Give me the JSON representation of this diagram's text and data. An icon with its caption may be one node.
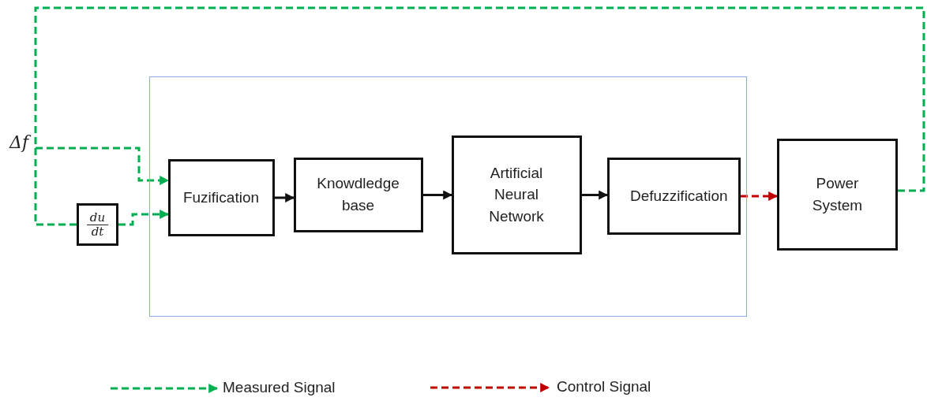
{
  "diagram": {
    "nodes": [
      {
        "text": [],
        "shape": "box"
      },
      {
        "text": [
          "Fuzification"
        ],
        "in": 0
      },
      {
        "text": [
          "Knowdledge base"
        ],
        "in": 0
      },
      {
        "text": [
          "Artificial Neural Network"
        ],
        "in": 0
      },
      {
        "text": [
          "Defuzzification"
        ],
        "in": 0
      },
      {
        "text": [
          "Power System"
        ]
      },
      {
        "text": [
          "du",
          "dt"
        ]
      }
    ],
    "edges": [
      {
        "from": 1,
        "to": 2,
        "arrow": "to"
      },
      {
        "from": 2,
        "to": 3,
        "arrow": "to"
      },
      {
        "from": 3,
        "to": 4,
        "arrow": "to"
      },
      {
        "from": 4,
        "to": 5,
        "arrow": "to",
        "style": "dashed",
        "color": "#c00000"
      },
      {
        "from": 5,
        "to": 1,
        "arrow": "to",
        "style": "dashed",
        "color": "#00b050"
      },
      {
        "from": 5,
        "to": 6,
        "arrow": "none",
        "style": "dashed",
        "color": "#00b050"
      },
      {
        "from": 6,
        "to": 1,
        "arrow": "to",
        "style": "dashed",
        "color": "#00b050"
      }
    ],
    "labels": [
      "Δf"
    ],
    "legend": [
      {
        "text": "Measured Signal"
      },
      {
        "text": "Control Signal"
      }
    ]
  }
}
